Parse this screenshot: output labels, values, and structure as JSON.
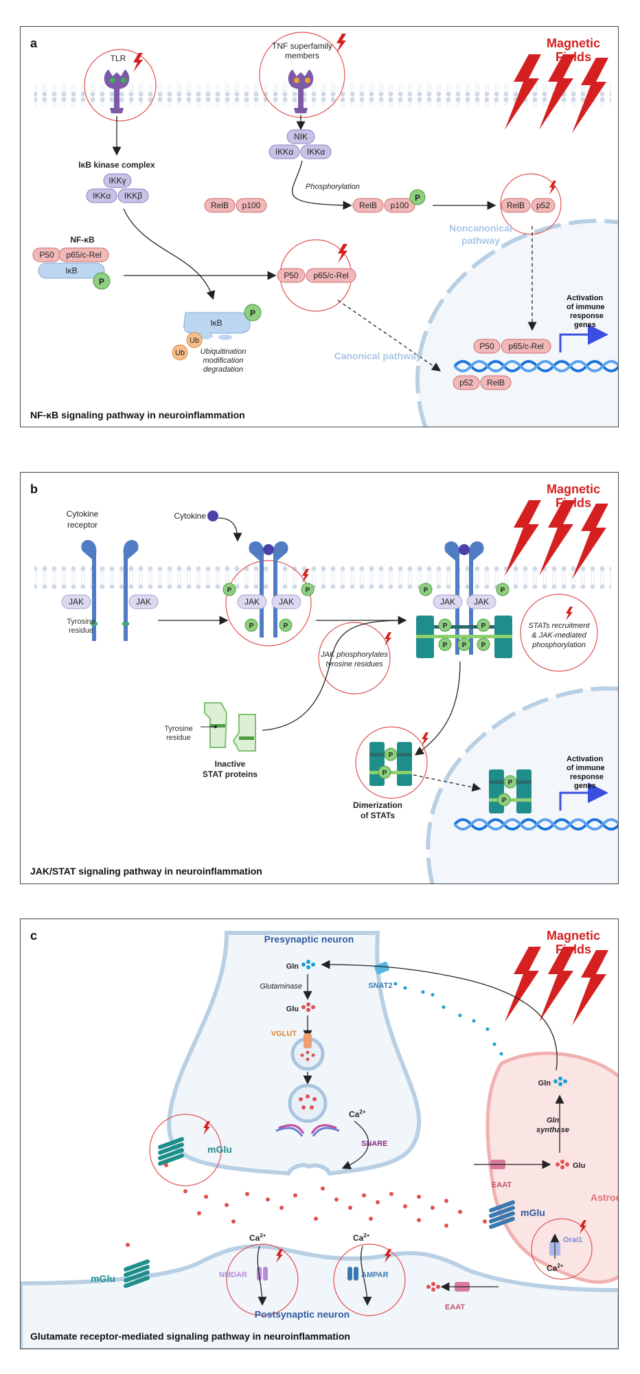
{
  "panel_a": {
    "letter": "a",
    "magnetic": [
      "Magnetic",
      "Fields"
    ],
    "tlr": "TLR",
    "tnf": [
      "TNF superfamily",
      "members"
    ],
    "ikk_title": "IκB kinase complex",
    "ikk_gamma": "IKKγ",
    "ikk_alpha": "IKKα",
    "ikk_beta": "IKKβ",
    "nik": "NIK",
    "nfkb": "NF-κB",
    "p50": "P50",
    "p65": "p65/c-Rel",
    "ikb": "IκB",
    "p": "P",
    "relb": "RelB",
    "p100": "p100",
    "p52": "p52",
    "phosphorylation": "Phosphorylation",
    "noncanonical": [
      "Noncanonical",
      "pathway"
    ],
    "canonical": "Canonical pathway",
    "ub": "Ub",
    "ubiq": [
      "Ubiquitination",
      "modification",
      "degradation"
    ],
    "activation": [
      "Activation",
      "of immune",
      "response",
      "genes"
    ],
    "caption": "NF-κB signaling pathway in neuroinflammation"
  },
  "panel_b": {
    "letter": "b",
    "magnetic": [
      "Magnetic",
      "Fields"
    ],
    "receptor": [
      "Cytokine",
      "receptor"
    ],
    "cytokine": "Cytokine",
    "jak": "JAK",
    "p": "P",
    "tyrosine": [
      "Tyrosine",
      "residue"
    ],
    "jak_phos": [
      "JAK phosphorylates",
      "tyrosine residues"
    ],
    "stats_rec": [
      "STATs recruitment",
      "& JAK-mediated",
      "phosphorylation"
    ],
    "inactive": [
      "Inactive",
      "STAT proteins"
    ],
    "dimer": [
      "Dimerization",
      "of STATs"
    ],
    "activation": [
      "Activation",
      "of immune",
      "response",
      "genes"
    ],
    "caption": "JAK/STAT signaling pathway in neuroinflammation"
  },
  "panel_c": {
    "letter": "c",
    "magnetic": [
      "Magnetic",
      "Fields"
    ],
    "presynaptic": "Presynaptic neuron",
    "postsynaptic": "Postsynaptic neuron",
    "astrocyte": "Astrocyte",
    "gln": "Gln",
    "glu": "Glu",
    "glutaminase": "Glutaminase",
    "vglut": "VGLUT",
    "snat2": "SNAT2",
    "ca": "Ca",
    "ca_sup": "2+",
    "snare": "SNARE",
    "mglu": "mGlu",
    "nmdar": "NMDAR",
    "ampar": "AMPAR",
    "eaat": "EAAT",
    "orai": "Orai1",
    "gln_synthase": [
      "Gln",
      "synthase"
    ],
    "caption": "Glutamate receptor-mediated signaling pathway in neuroinflammation"
  },
  "colors": {
    "red": "#d42020",
    "pink_fill": "#f2b8b8",
    "pink_stroke": "#c96a6a",
    "purple_fill": "#c9c2e6",
    "purple_stroke": "#8c82c2",
    "green_fill": "#8ecf80",
    "blue_fill": "#bcd6f2",
    "teal": "#1f8d8a",
    "dna": "#1a73d9",
    "arrow_blue": "#3a4fe0"
  }
}
